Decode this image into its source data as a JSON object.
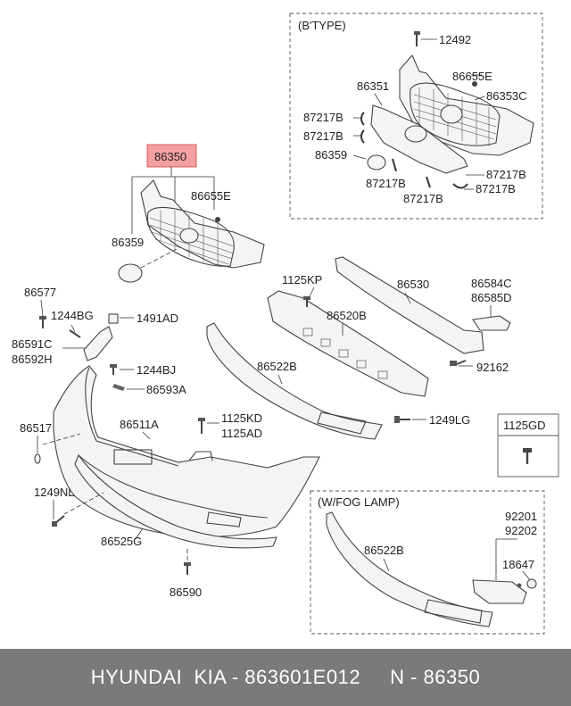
{
  "title_box": {
    "label": "86350",
    "highlight_color": "#f4a0a0"
  },
  "inset_btype": {
    "title": "(B'TYPE)",
    "labels": [
      "12492",
      "86655E",
      "86351",
      "86353C",
      "87217B",
      "87217B",
      "86359",
      "87217B",
      "87217B",
      "87217B",
      "87217B"
    ]
  },
  "main_labels": {
    "l86655e": "86655E",
    "l86359": "86359",
    "l86577": "86577",
    "l1244bg": "1244BG",
    "l1491ad": "1491AD",
    "l86591c": "86591C",
    "l86592h": "86592H",
    "l1244bj": "1244BJ",
    "l86593a": "86593A",
    "l1125kp": "1125KP",
    "l86530": "86530",
    "l86584c": "86584C",
    "l86585d": "86585D",
    "l86520b": "86520B",
    "l92162": "92162",
    "l86522b": "86522B",
    "l86517": "86517",
    "l86511a": "86511A",
    "l1125kd": "1125KD",
    "l1125ad": "1125AD",
    "l1249lg": "1249LG",
    "l1249nl": "1249NL",
    "l86525g": "86525G",
    "l86590": "86590"
  },
  "inset_1125gd": {
    "label": "1125GD"
  },
  "inset_fog": {
    "title": "(W/FOG LAMP)",
    "labels": [
      "86522B",
      "92201",
      "92202",
      "18647"
    ]
  },
  "footer": {
    "brand": "HYUNDAI  KIA",
    "part_number": "863601E012",
    "ref": "N - 86350",
    "text": "HYUNDAI  KIA - 863601E012     N - 86350",
    "bg_color": "#7a7a7a"
  }
}
